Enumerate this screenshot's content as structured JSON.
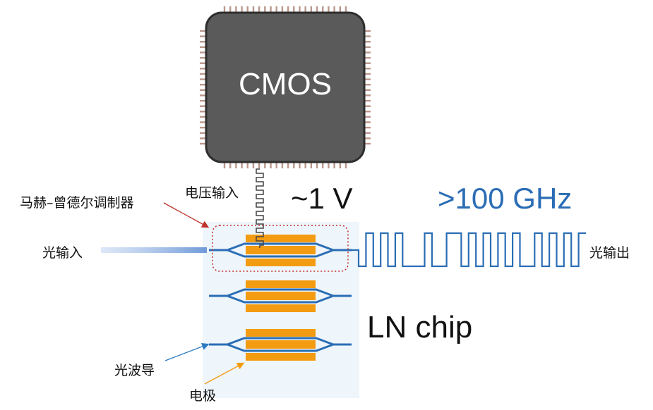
{
  "labels": {
    "cmos": "CMOS",
    "voltage_input": "电压输入",
    "voltage": "~1 V",
    "frequency": ">100 GHz",
    "mzm": "马赫–曾德尔调制器",
    "light_in": "光输入",
    "light_out": "光输出",
    "chip": "LN chip",
    "waveguide": "光波导",
    "electrode": "电极"
  },
  "colors": {
    "cmos_body": "#5a5a5a",
    "cmos_pins": "#b9978a",
    "waveguide": "#2a6db5",
    "electrode": "#f39c12",
    "chip_bg": "#eef5fb",
    "mzm_box": "#c0312b",
    "pointer_red": "#c0312b",
    "pointer_blue": "#2a7ac0",
    "pointer_orange": "#f39c12"
  },
  "output_bits": "0101010001001101010101001010101"
}
